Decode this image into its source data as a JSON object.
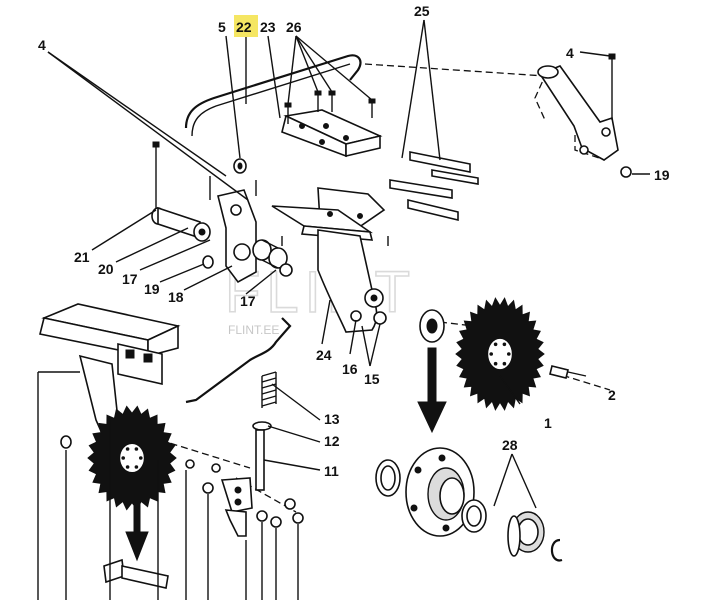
{
  "callouts": {
    "n4a": "4",
    "n5": "5",
    "n22": "22",
    "n23": "23",
    "n26": "26",
    "n25": "25",
    "n4b": "4",
    "n19a": "19",
    "n21": "21",
    "n20": "20",
    "n17a": "17",
    "n19b": "19",
    "n18": "18",
    "n17b": "17",
    "n24": "24",
    "n16": "16",
    "n15": "15",
    "n2": "2",
    "n1": "1",
    "n13": "13",
    "n12": "12",
    "n11": "11",
    "n28": "28"
  },
  "highlight_color": "#f5e663",
  "watermark": {
    "brand": "FLINT",
    "tagline": "FLINT.EE"
  }
}
